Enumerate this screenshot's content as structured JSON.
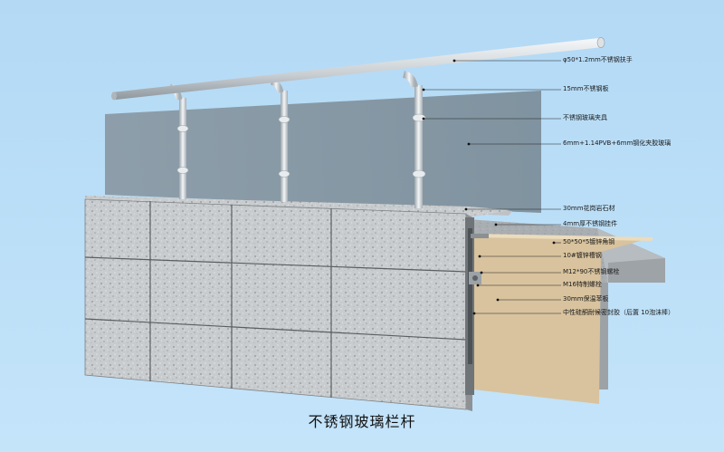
{
  "title": "不锈钢玻璃栏杆",
  "labels": [
    {
      "id": "handrail",
      "text": "φ50*1.2mm不锈钢扶手"
    },
    {
      "id": "plate",
      "text": "15mm不锈钢板"
    },
    {
      "id": "clamp",
      "text": "不锈钢玻璃夹具"
    },
    {
      "id": "glass",
      "text": "6mm+1.14PVB+6mm钢化夹胶玻璃"
    },
    {
      "id": "granite",
      "text": "30mm花岗岩石材"
    },
    {
      "id": "hanger",
      "text": "4mm厚不锈钢挂件"
    },
    {
      "id": "angle",
      "text": "50*50*5镀锌角钢"
    },
    {
      "id": "channel",
      "text": "10#镀锌槽钢"
    },
    {
      "id": "bolt",
      "text": "M12*90不锈钢螺栓"
    },
    {
      "id": "anchor",
      "text": "M16特制螺栓"
    },
    {
      "id": "insulation",
      "text": "30mm保温苯板"
    },
    {
      "id": "sealant",
      "text": "中性硅酮耐候密封胶（后置   10泡沫棒）"
    }
  ]
}
